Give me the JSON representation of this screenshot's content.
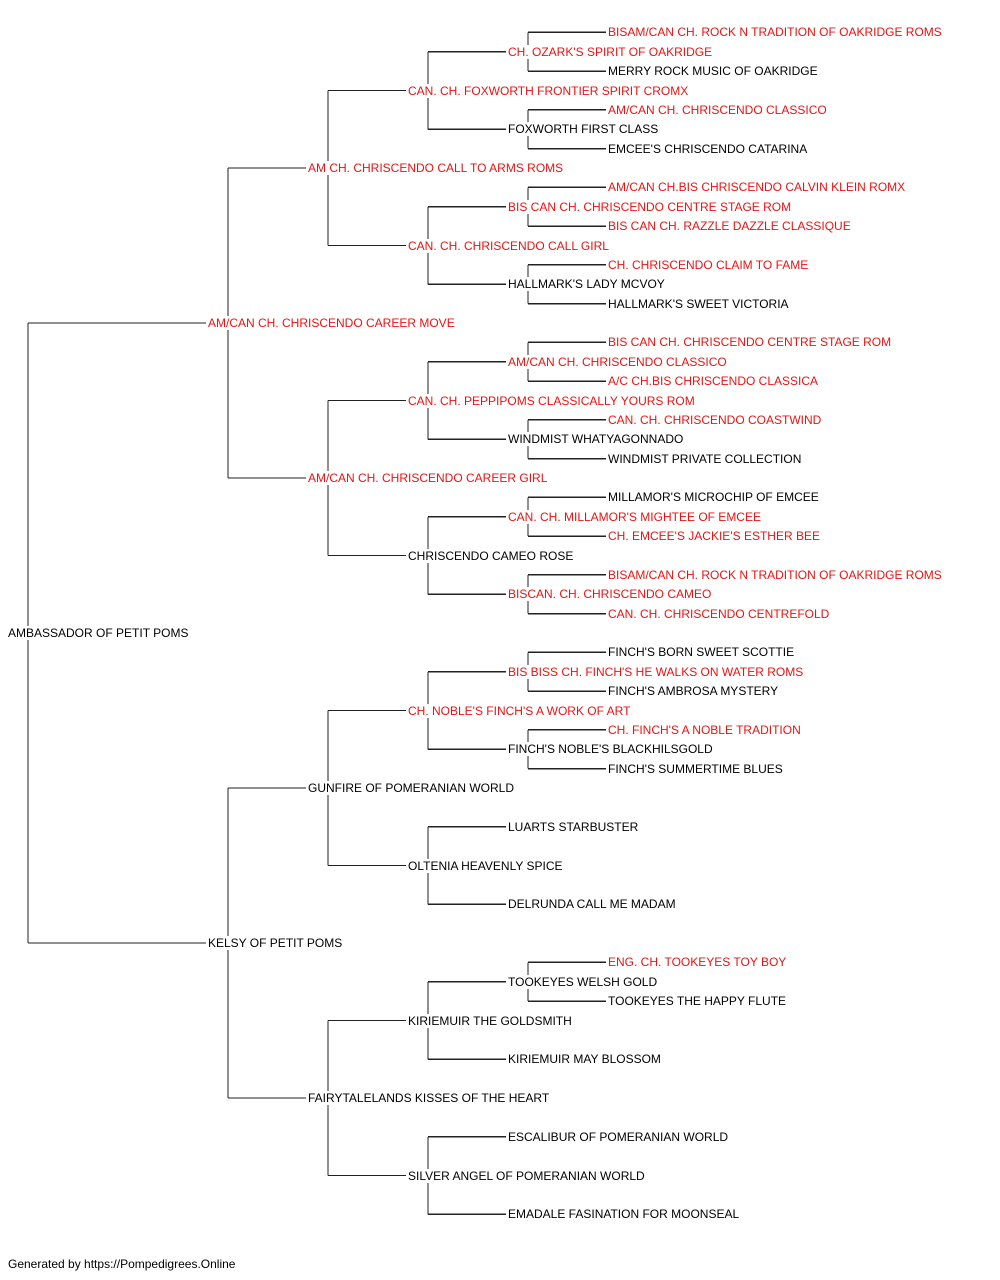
{
  "colors": {
    "champion": "#ee1111",
    "normal": "#000000",
    "line": "#222222"
  },
  "pedigree": {
    "name": "AMBASSADOR OF PETIT POMS",
    "champion": false,
    "sire": {
      "name": "AM/CAN CH. CHRISCENDO CAREER MOVE",
      "champion": true,
      "sire": {
        "name": "AM CH. CHRISCENDO CALL TO ARMS ROMS",
        "champion": true,
        "sire": {
          "name": "CAN. CH. FOXWORTH FRONTIER SPIRIT CROMX",
          "champion": true,
          "sire": {
            "name": "CH. OZARK'S SPIRIT OF OAKRIDGE",
            "champion": true,
            "sire": {
              "name": "BISAM/CAN CH. ROCK N TRADITION OF OAKRIDGE ROMS",
              "champion": true
            },
            "dam": {
              "name": "MERRY ROCK MUSIC OF OAKRIDGE",
              "champion": false
            }
          },
          "dam": {
            "name": "FOXWORTH FIRST CLASS",
            "champion": false,
            "sire": {
              "name": "AM/CAN CH. CHRISCENDO CLASSICO",
              "champion": true
            },
            "dam": {
              "name": "EMCEE'S CHRISCENDO CATARINA",
              "champion": false
            }
          }
        },
        "dam": {
          "name": "CAN. CH. CHRISCENDO CALL GIRL",
          "champion": true,
          "sire": {
            "name": "BIS CAN CH. CHRISCENDO CENTRE STAGE ROM",
            "champion": true,
            "sire": {
              "name": "AM/CAN CH.BIS CHRISCENDO CALVIN KLEIN ROMX",
              "champion": true
            },
            "dam": {
              "name": "BIS CAN CH. RAZZLE DAZZLE CLASSIQUE",
              "champion": true
            }
          },
          "dam": {
            "name": "HALLMARK'S LADY MCVOY",
            "champion": false,
            "sire": {
              "name": "CH. CHRISCENDO CLAIM TO FAME",
              "champion": true
            },
            "dam": {
              "name": "HALLMARK'S SWEET VICTORIA",
              "champion": false
            }
          }
        }
      },
      "dam": {
        "name": "AM/CAN CH. CHRISCENDO CAREER GIRL",
        "champion": true,
        "sire": {
          "name": "CAN. CH. PEPPIPOMS CLASSICALLY YOURS ROM",
          "champion": true,
          "sire": {
            "name": "AM/CAN CH. CHRISCENDO CLASSICO",
            "champion": true,
            "sire": {
              "name": "BIS CAN CH. CHRISCENDO CENTRE STAGE ROM",
              "champion": true
            },
            "dam": {
              "name": "A/C CH.BIS CHRISCENDO CLASSICA",
              "champion": true
            }
          },
          "dam": {
            "name": "WINDMIST WHATYAGONNADO",
            "champion": false,
            "sire": {
              "name": "CAN. CH. CHRISCENDO COASTWIND",
              "champion": true
            },
            "dam": {
              "name": "WINDMIST PRIVATE COLLECTION",
              "champion": false
            }
          }
        },
        "dam": {
          "name": "CHRISCENDO CAMEO ROSE",
          "champion": false,
          "sire": {
            "name": "CAN. CH. MILLAMOR'S MIGHTEE OF EMCEE",
            "champion": true,
            "sire": {
              "name": "MILLAMOR'S MICROCHIP OF EMCEE",
              "champion": false
            },
            "dam": {
              "name": "CH. EMCEE'S JACKIE'S ESTHER BEE",
              "champion": true
            }
          },
          "dam": {
            "name": "BISCAN. CH. CHRISCENDO CAMEO",
            "champion": true,
            "sire": {
              "name": "BISAM/CAN CH. ROCK N TRADITION OF OAKRIDGE ROMS",
              "champion": true
            },
            "dam": {
              "name": "CAN. CH. CHRISCENDO CENTREFOLD",
              "champion": true
            }
          }
        }
      }
    },
    "dam": {
      "name": "KELSY OF PETIT POMS",
      "champion": false,
      "sire": {
        "name": "GUNFIRE OF POMERANIAN WORLD",
        "champion": false,
        "sire": {
          "name": "CH. NOBLE'S FINCH'S A WORK OF ART",
          "champion": true,
          "sire": {
            "name": "BIS BISS CH. FINCH'S HE WALKS ON WATER ROMS",
            "champion": true,
            "sire": {
              "name": "FINCH'S BORN SWEET SCOTTIE",
              "champion": false
            },
            "dam": {
              "name": "FINCH'S AMBROSA MYSTERY",
              "champion": false
            }
          },
          "dam": {
            "name": "FINCH'S NOBLE'S BLACKHILSGOLD",
            "champion": false,
            "sire": {
              "name": "CH. FINCH'S A NOBLE TRADITION",
              "champion": true
            },
            "dam": {
              "name": "FINCH'S SUMMERTIME BLUES",
              "champion": false
            }
          }
        },
        "dam": {
          "name": "OLTENIA HEAVENLY SPICE",
          "champion": false,
          "sire": {
            "name": "LUARTS STARBUSTER",
            "champion": false
          },
          "dam": {
            "name": "DELRUNDA CALL ME MADAM",
            "champion": false
          }
        }
      },
      "dam": {
        "name": "FAIRYTALELANDS KISSES OF THE HEART",
        "champion": false,
        "sire": {
          "name": "KIRIEMUIR THE GOLDSMITH",
          "champion": false,
          "sire": {
            "name": "TOOKEYES WELSH GOLD",
            "champion": false,
            "sire": {
              "name": "ENG. CH. TOOKEYES TOY BOY",
              "champion": true
            },
            "dam": {
              "name": "TOOKEYES THE HAPPY FLUTE",
              "champion": false
            }
          },
          "dam": {
            "name": "KIRIEMUIR MAY BLOSSOM",
            "champion": false
          }
        },
        "dam": {
          "name": "SILVER ANGEL OF POMERANIAN WORLD",
          "champion": false,
          "sire": {
            "name": "ESCALIBUR OF POMERANIAN WORLD",
            "champion": false
          },
          "dam": {
            "name": "EMADALE FASINATION FOR MOONSEAL",
            "champion": false
          }
        }
      }
    }
  },
  "footer": {
    "credit": "Generated by https://Pompedigrees.Online"
  }
}
